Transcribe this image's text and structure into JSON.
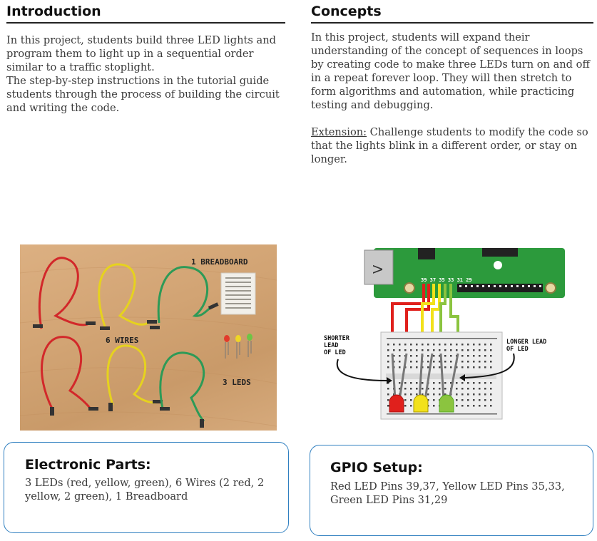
{
  "introduction": {
    "heading": "Introduction",
    "paragraph1": "In this project, students build three LED lights and program them to light up in a sequential order similar to a traffic stoplight.",
    "paragraph2": "The step-by-step instructions in the tutorial guide students through the process of building the circuit and writing the code."
  },
  "concepts": {
    "heading": "Concepts",
    "paragraph": "In this project, students will expand their understanding of the concept of sequences in loops by creating code to make three LEDs turn on and off in a repeat forever loop. They will then stretch to form algorithms and automation, while practicing testing and debugging.",
    "extension_label": "Extension:",
    "extension_text": " Challenge students to modify the code so that the lights blink in a different order, or stay on longer."
  },
  "parts_photo": {
    "label_breadboard": "1 BREADBOARD",
    "label_wires": "6 WIRES",
    "label_leds": "3 LEDS"
  },
  "gpio_diagram": {
    "pin_numbers": "39 37 35 33 31 29",
    "label_shorter": [
      "SHORTER",
      "LEAD",
      "OF LED"
    ],
    "label_longer": [
      "LONGER LEAD",
      "OF LED"
    ]
  },
  "electronic_parts": {
    "title": "Electronic Parts:",
    "text": "3 LEDs (red, yellow, green), 6 Wires (2 red, 2 yellow, 2 green), 1 Breadboard"
  },
  "gpio_setup": {
    "title": "GPIO Setup:",
    "text": "Red LED Pins 39,37, Yellow LED Pins 35,33, Green LED Pins 31,29"
  },
  "colors": {
    "red": "#e0201c",
    "yellow": "#f2e11a",
    "green": "#2e9e4a",
    "board_green": "#2c9a3c",
    "box_border": "#2f7fc0"
  }
}
